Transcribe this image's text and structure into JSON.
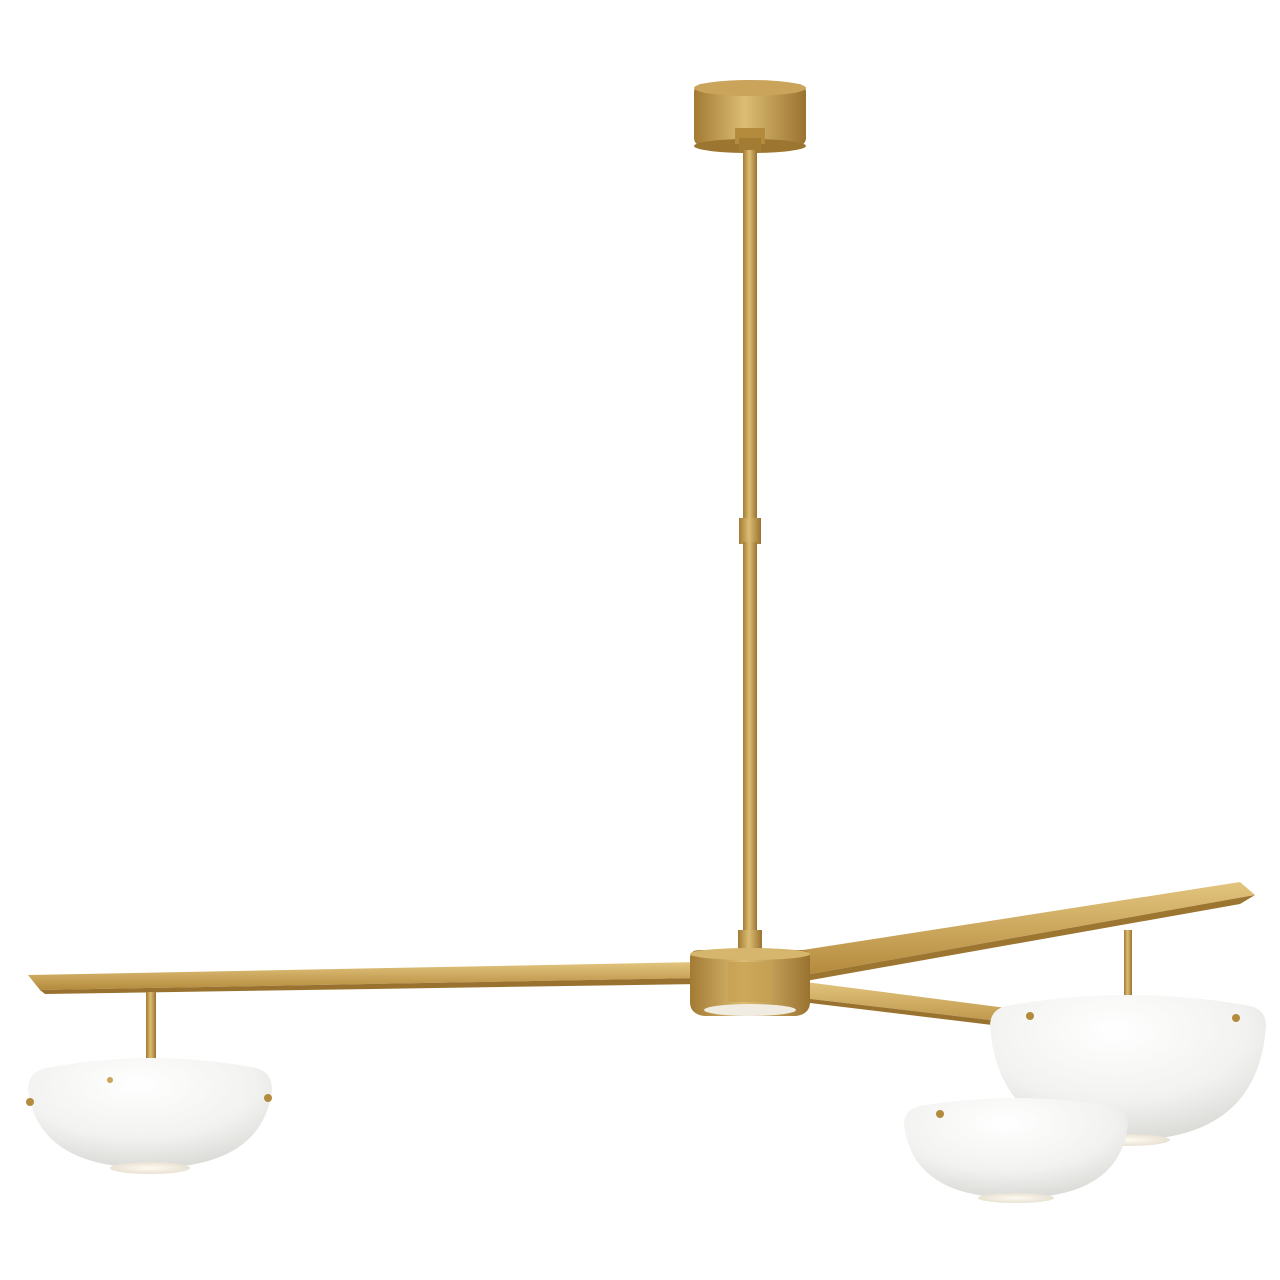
{
  "image": {
    "subject": "chandelier",
    "background_color": "#ffffff",
    "metal_finish": "brass",
    "shade_finish": "white",
    "colors": {
      "brass_light": "#d9b86a",
      "brass_mid": "#b98f3e",
      "brass_dark": "#8a6528",
      "shade_white": "#f4f4f2",
      "shade_shadow": "#dcdcda",
      "glow": "#fbf6ea"
    },
    "shade_count": 3,
    "arm_count": 3
  }
}
